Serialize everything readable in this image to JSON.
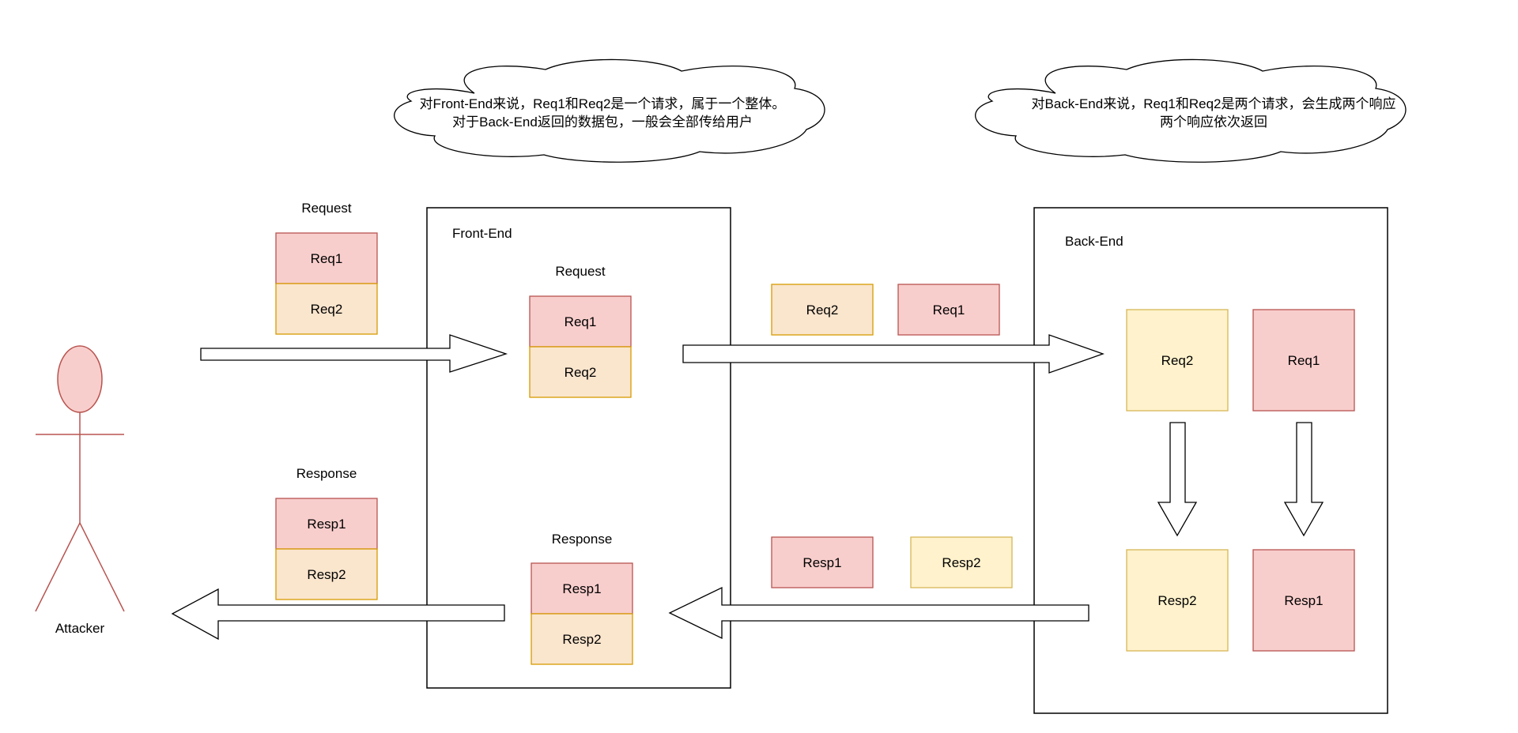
{
  "colors": {
    "red_fill": "#f8cecc",
    "red_stroke": "#b85450",
    "orange_fill": "#fae5cd",
    "orange_stroke": "#d79b00",
    "yellow_fill": "#fff2cc",
    "yellow_stroke": "#d6b656",
    "actor_fill": "#f8cecc",
    "actor_stroke": "#b85450",
    "line": "#000000"
  },
  "clouds": {
    "front": [
      "对Front-End来说，Req1和Req2是一个请求，属于一个整体。",
      "对于Back-End返回的数据包，一般会全部传给用户"
    ],
    "back": [
      "对Back-End来说，Req1和Req2是两个请求，会生成两个响应",
      "两个响应依次返回"
    ]
  },
  "labels": {
    "client_request": "Request",
    "client_response": "Response",
    "frontend": "Front-End",
    "frontend_request": "Request",
    "frontend_response": "Response",
    "backend": "Back-End",
    "attacker": "Attacker"
  },
  "packets": {
    "client_req1": "Req1",
    "client_req2": "Req2",
    "client_resp1": "Resp1",
    "client_resp2": "Resp2",
    "fe_req1": "Req1",
    "fe_req2": "Req2",
    "fe_resp1": "Resp1",
    "fe_resp2": "Resp2",
    "mid_req2": "Req2",
    "mid_req1": "Req1",
    "mid_resp1": "Resp1",
    "mid_resp2": "Resp2",
    "be_req2": "Req2",
    "be_req1": "Req1",
    "be_resp2": "Resp2",
    "be_resp1": "Resp1"
  }
}
